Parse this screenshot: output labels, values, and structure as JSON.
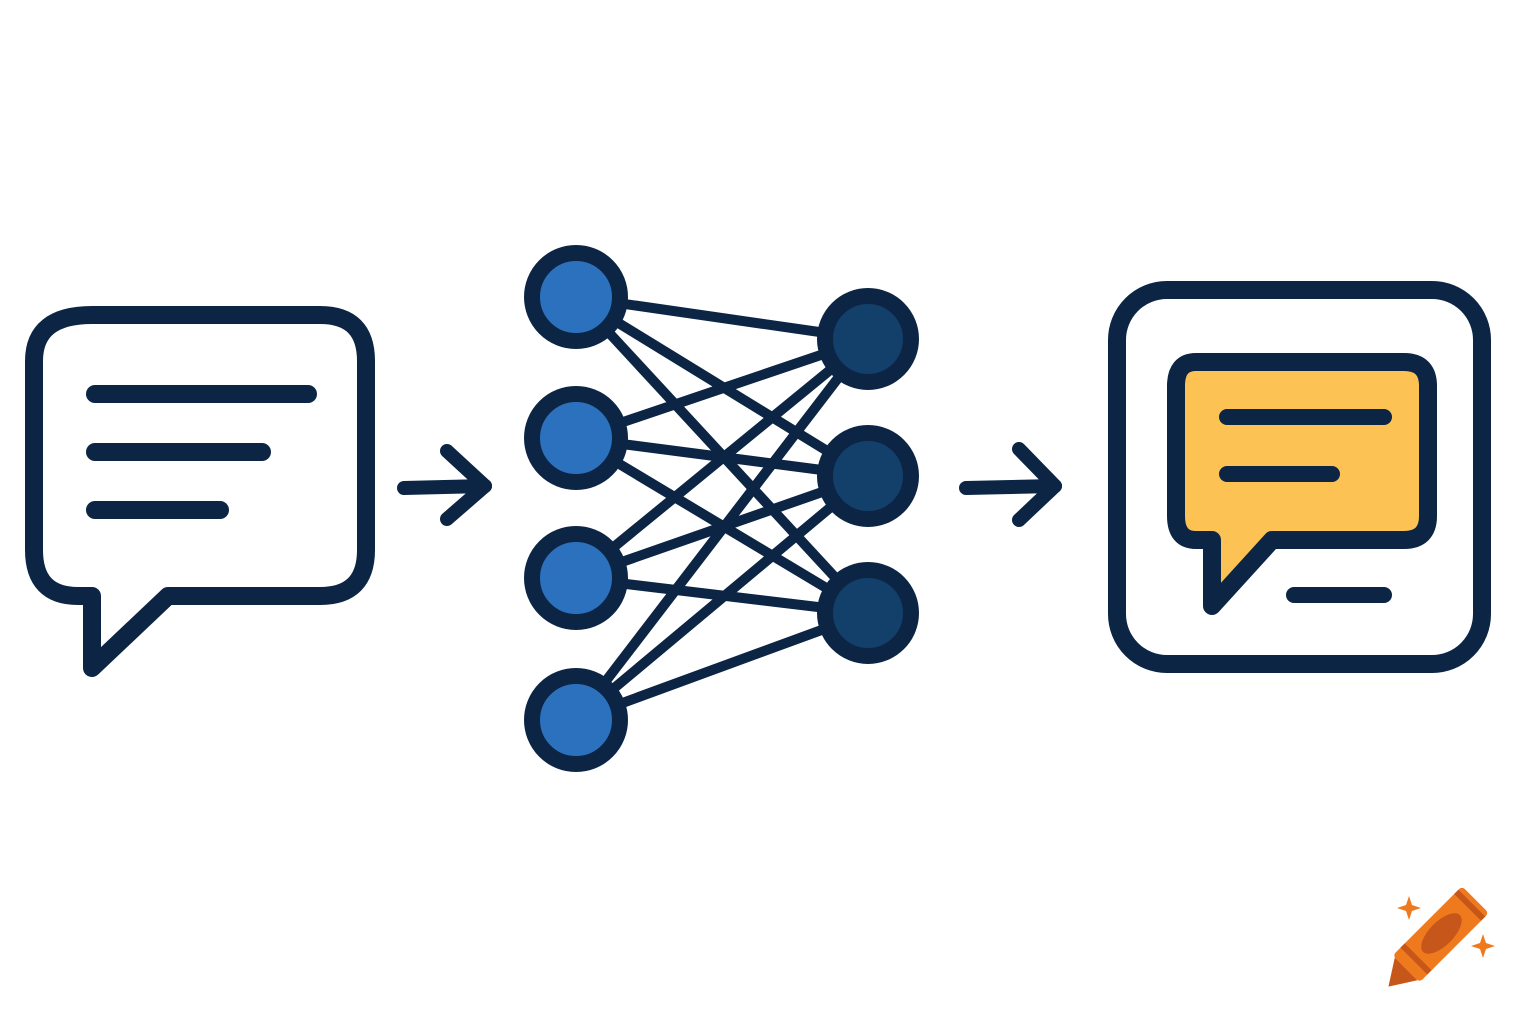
{
  "colors": {
    "background": "#ffffff",
    "outline": "#0c2544",
    "input_node_fill": "#2b71bd",
    "output_node_fill": "#133f6b",
    "response_bubble_fill": "#fcc354",
    "watermark_body": "#ef7a1e",
    "watermark_band": "#c6561a",
    "watermark_sparkle": "#ef7a1e"
  },
  "diagram": {
    "input_message": {
      "icon": "chat-bubble-icon",
      "text_lines": 3
    },
    "arrow_1": {
      "icon": "arrow-right-icon"
    },
    "neural_network": {
      "icon": "neural-network-icon",
      "input_layer_nodes": 4,
      "output_layer_nodes": 3,
      "fully_connected": true
    },
    "arrow_2": {
      "icon": "arrow-right-icon"
    },
    "output_response": {
      "icon": "response-card-icon",
      "bubble_text_lines": 2,
      "caption_lines": 1
    }
  },
  "watermark": {
    "icon": "crayon-logo-icon"
  }
}
